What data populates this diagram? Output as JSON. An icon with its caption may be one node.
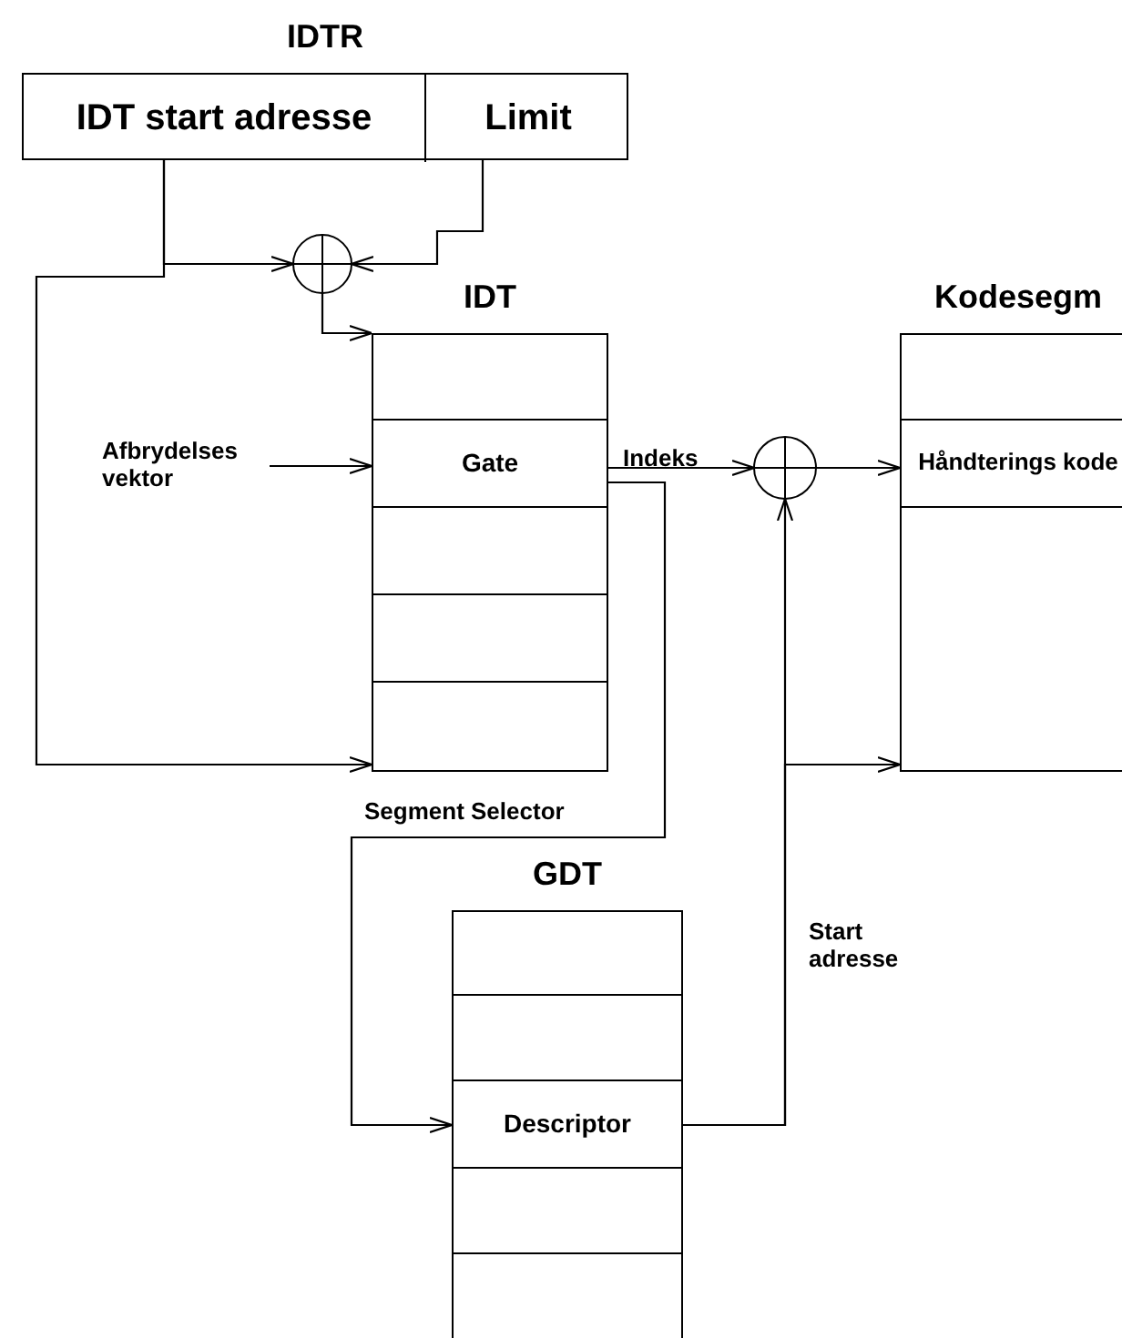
{
  "diagram": {
    "nodes": [
      {
        "text": [
          "IDTR"
        ]
      },
      {
        "text": [
          "IDT start adresse"
        ],
        "in": 0
      },
      {
        "text": [
          "Limit"
        ],
        "in": 0
      },
      {
        "text": [],
        "shape": "circle"
      },
      {
        "text": [
          "IDT"
        ]
      },
      {
        "text": [],
        "shape": "box",
        "in": 4
      },
      {
        "text": [
          "Gate"
        ],
        "in": 4
      },
      {
        "text": [],
        "shape": "box",
        "in": 4
      },
      {
        "text": [],
        "shape": "box",
        "in": 4
      },
      {
        "text": [],
        "shape": "box",
        "in": 4
      },
      {
        "text": [
          "Afbrydelses vektor"
        ]
      },
      {
        "text": [],
        "shape": "circle"
      },
      {
        "text": [
          "Kodesegm"
        ]
      },
      {
        "text": [],
        "shape": "box",
        "in": 12
      },
      {
        "text": [
          "Håndterings kode"
        ],
        "in": 12
      },
      {
        "text": [],
        "shape": "box",
        "in": 12
      },
      {
        "text": [
          "GDT"
        ]
      },
      {
        "text": [],
        "shape": "box",
        "in": 16
      },
      {
        "text": [],
        "shape": "box",
        "in": 16
      },
      {
        "text": [
          "Descriptor"
        ],
        "in": 16
      },
      {
        "text": [],
        "shape": "box",
        "in": 16
      },
      {
        "text": [],
        "shape": "box",
        "in": 16
      }
    ],
    "edges": [
      {
        "from": 1,
        "to": 3,
        "arrow": "to"
      },
      {
        "from": 1,
        "to": 4,
        "arrow": "to"
      },
      {
        "from": 2,
        "to": 3,
        "arrow": "to"
      },
      {
        "from": 3,
        "to": 4,
        "arrow": "to"
      },
      {
        "from": 10,
        "to": 6,
        "arrow": "to"
      },
      {
        "from": 6,
        "to": 11,
        "label": "Indeks",
        "arrow": "to"
      },
      {
        "from": 11,
        "to": 14,
        "arrow": "to"
      },
      {
        "from": 6,
        "to": 19,
        "label": "Segment Selector",
        "arrow": "to"
      },
      {
        "from": 19,
        "to": 11,
        "label": "Start adresse",
        "arrow": "to"
      },
      {
        "from": 19,
        "to": 12,
        "arrow": "to"
      }
    ]
  }
}
